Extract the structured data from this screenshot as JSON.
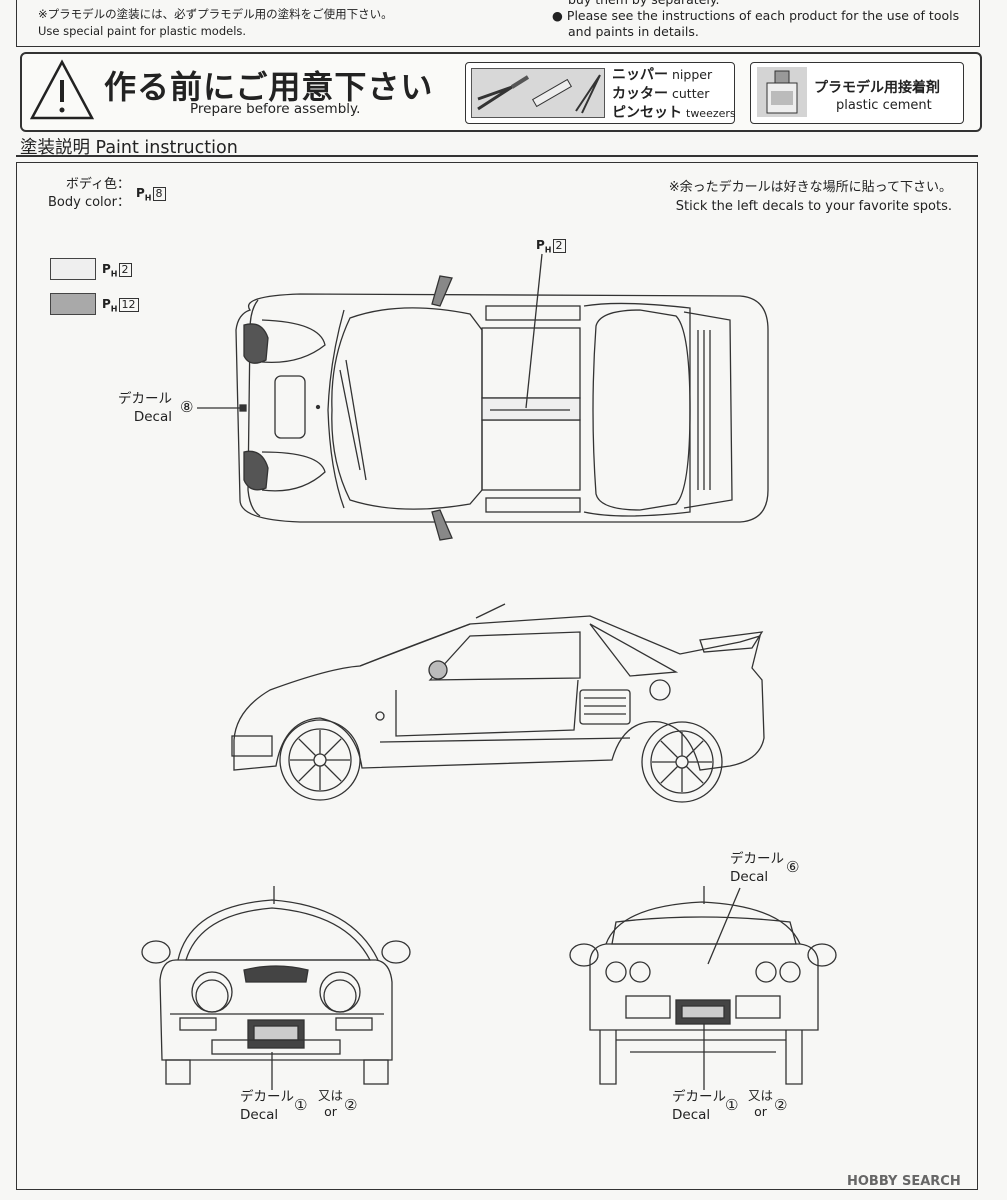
{
  "top_notes": {
    "left_jp": "※プラモデルの塗装には、必ずプラモデル用の塗料をご使用下さい。",
    "left_en": "Use special paint for plastic models.",
    "right_cut": "buy them by separately.",
    "right_en_1": "Please see the instructions of each product for the use of tools",
    "right_en_2": "and paints in details."
  },
  "banner": {
    "title_jp": "作る前にご用意下さい",
    "title_en": "Prepare before assembly.",
    "tools": [
      {
        "jp": "ニッパー",
        "en": "nipper"
      },
      {
        "jp": "カッター",
        "en": "cutter"
      },
      {
        "jp": "ピンセット",
        "en": "tweezers"
      }
    ],
    "cement_jp": "プラモデル用接着剤",
    "cement_en": "plastic cement"
  },
  "paint": {
    "section_title": "塗装説明 Paint instruction",
    "body_color_jp": "ボディ色：",
    "body_color_en": "Body color：",
    "ph_prefix": "P",
    "ph_sub": "H",
    "body_num": "8",
    "swatches": [
      {
        "num": "2",
        "color": "#efefef"
      },
      {
        "num": "12",
        "color": "#a9a9a9"
      }
    ],
    "roof_num": "2",
    "leftover_jp": "※余ったデカールは好きな場所に貼って下さい。",
    "leftover_en": "Stick the left decals to your favorite spots.",
    "decal_jp": "デカール",
    "decal_en": "Decal",
    "decal_top_num": "⑧",
    "decal_rear_num": "⑥",
    "plate_num_a": "①",
    "plate_num_b": "②",
    "or_jp": "又は",
    "or_en": "or"
  },
  "watermark": "HOBBY SEARCH"
}
